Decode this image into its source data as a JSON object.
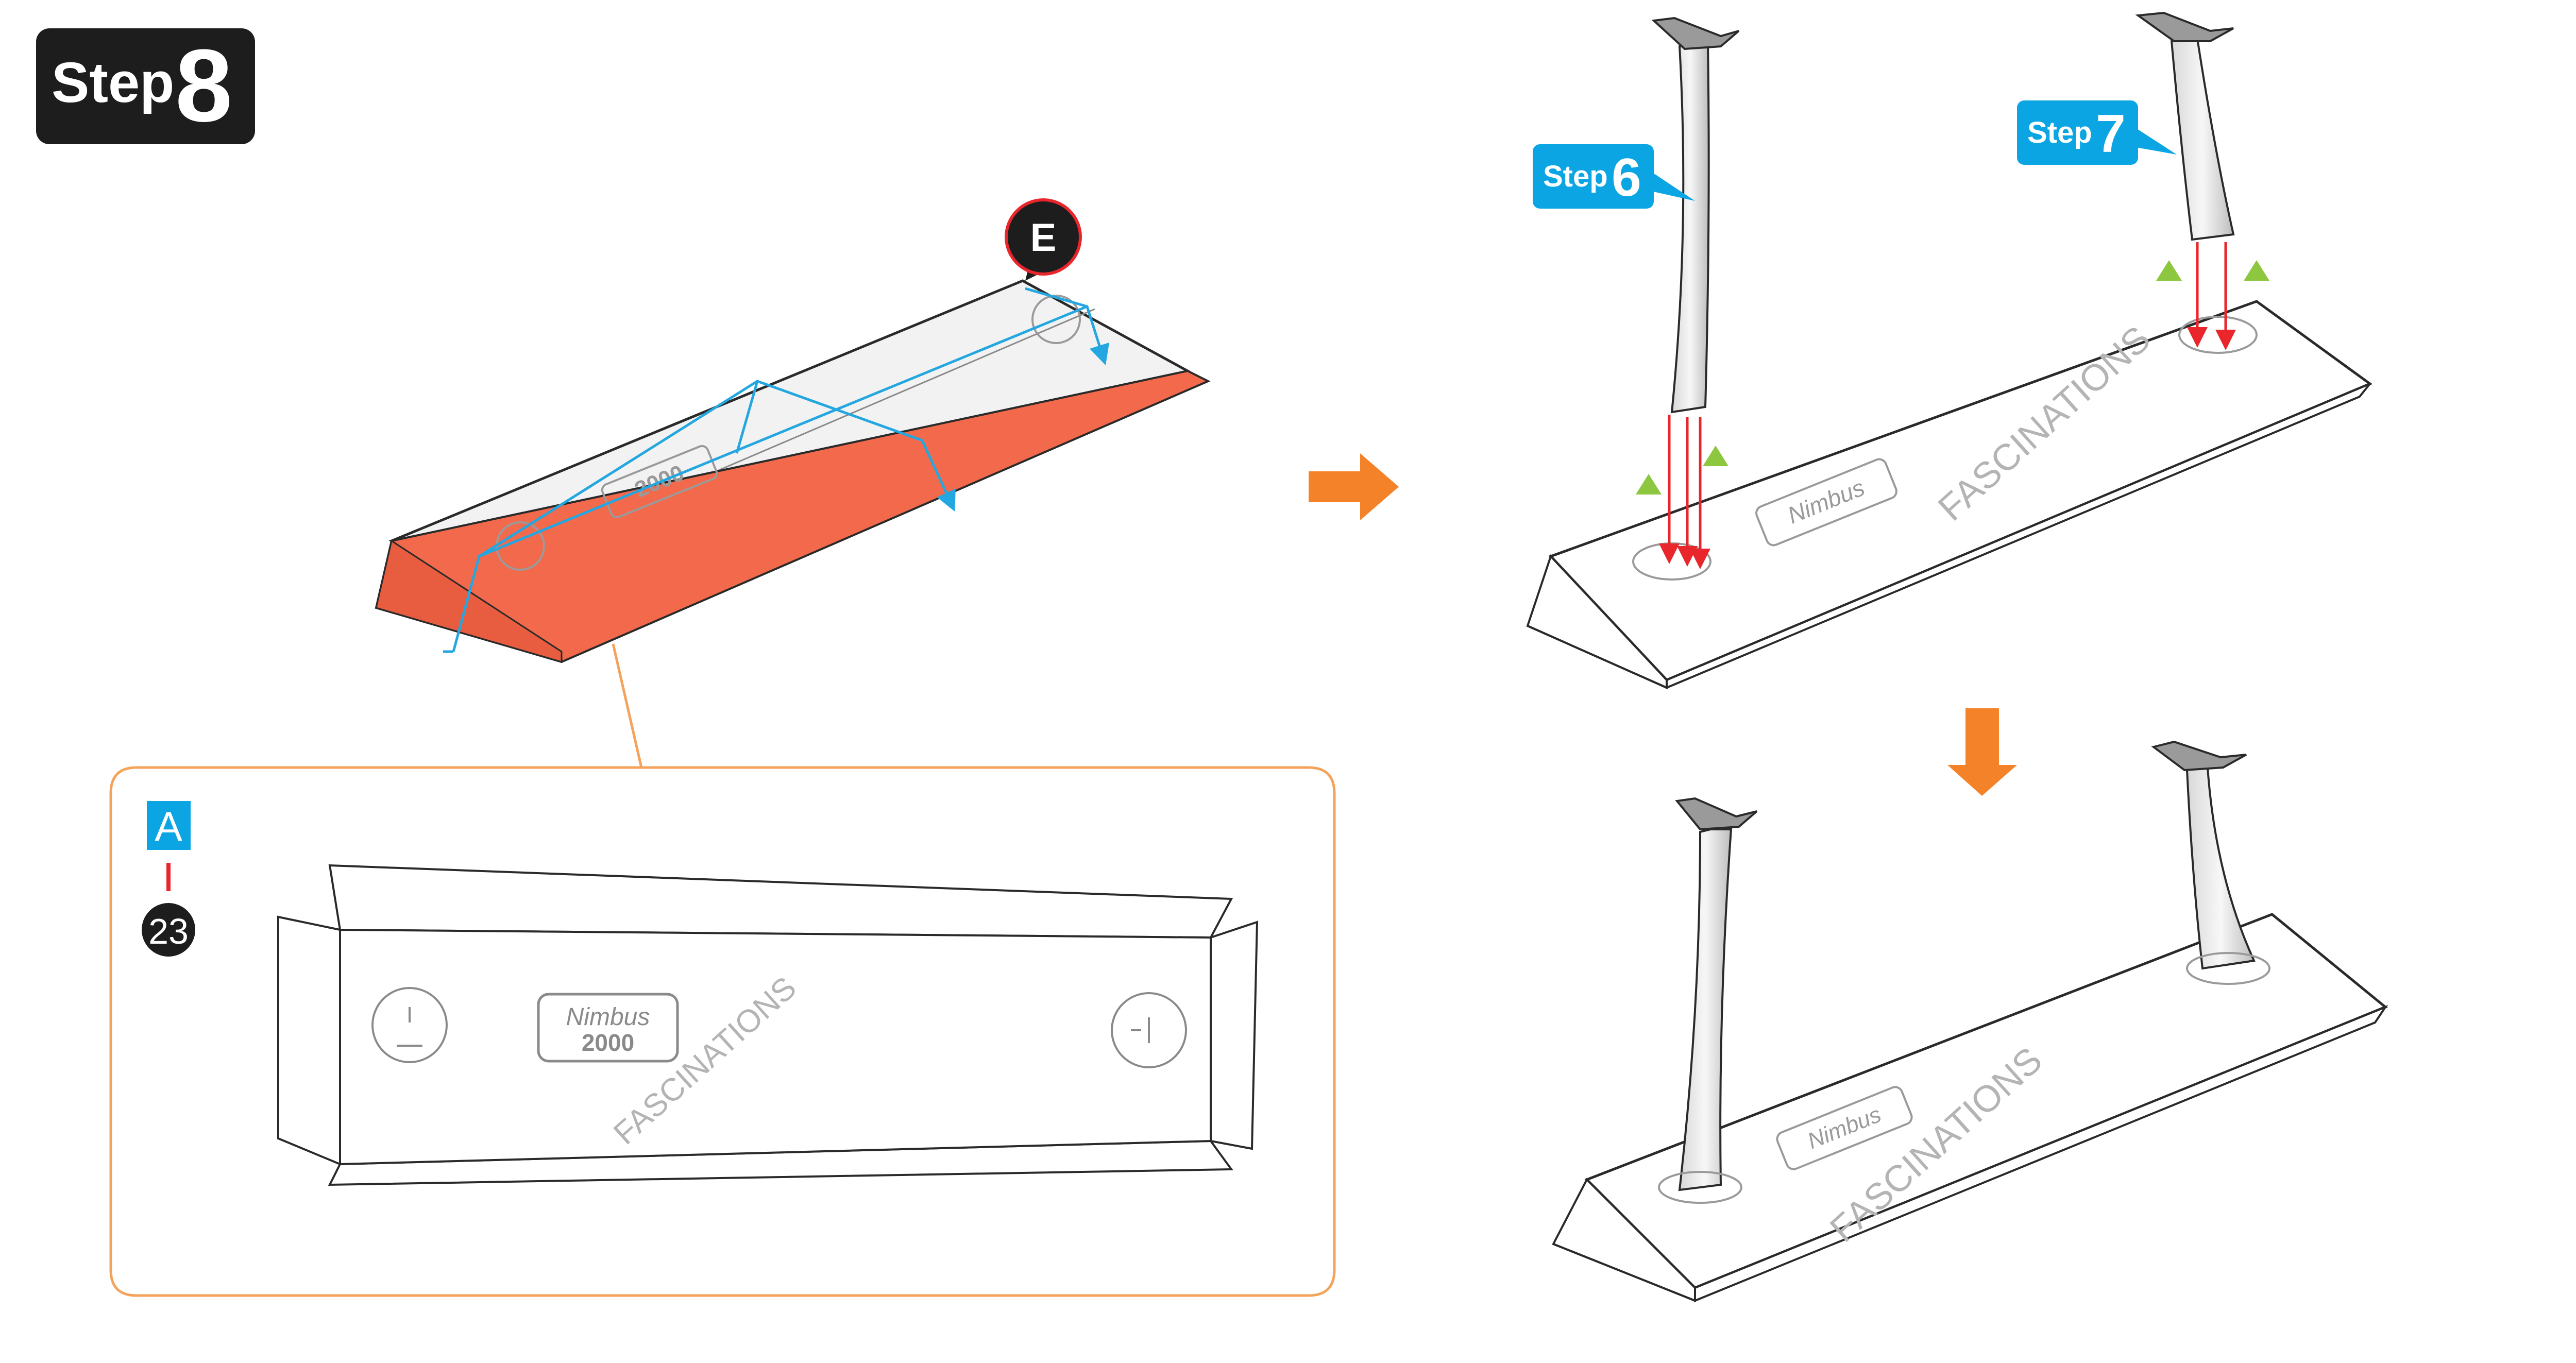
{
  "step_badge": {
    "prefix": "Step",
    "number": "8"
  },
  "callout_step6": {
    "prefix": "Step",
    "number": "6"
  },
  "callout_step7": {
    "prefix": "Step",
    "number": "7"
  },
  "marker_e": "E",
  "detail_part_letter": "A",
  "detail_part_number": "23",
  "brand_mark": "FASCINATIONS",
  "logo_word1": "Nimbus",
  "logo_word2": "2000",
  "colors": {
    "step_badge_bg": "#1d1d1d",
    "callout_blue": "#0aa5e2",
    "fold_blue": "#24a7e0",
    "side_orange": "#f26a4b",
    "flow_arrow_orange": "#f38228",
    "detail_frame_orange": "#f4a35a",
    "insert_arrow_red": "#e8262b",
    "triangle_green": "#8dc63f",
    "stand_gray": "#9a9a9a",
    "outline": "#2a2a2a"
  }
}
